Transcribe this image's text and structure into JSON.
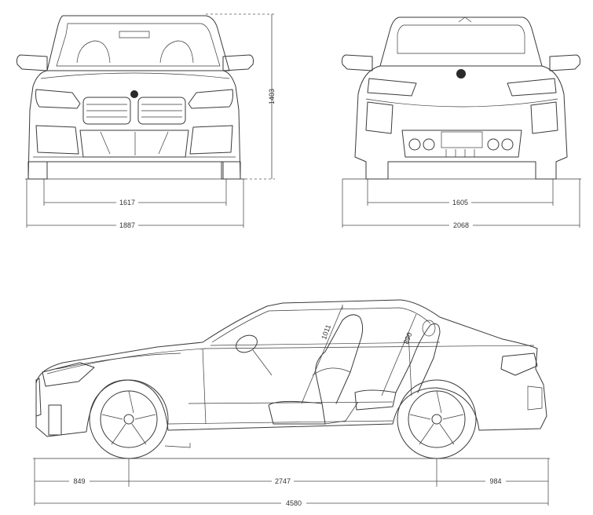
{
  "front_view": {
    "track_label": "1617",
    "width_label": "1887",
    "height_label": "1403"
  },
  "rear_view": {
    "track_label": "1605",
    "width_label": "2068"
  },
  "side_view": {
    "headroom_front_label": "1011",
    "headroom_rear_label": "890",
    "front_overhang_label": "849",
    "wheelbase_label": "2747",
    "rear_overhang_label": "984",
    "length_label": "4580"
  }
}
